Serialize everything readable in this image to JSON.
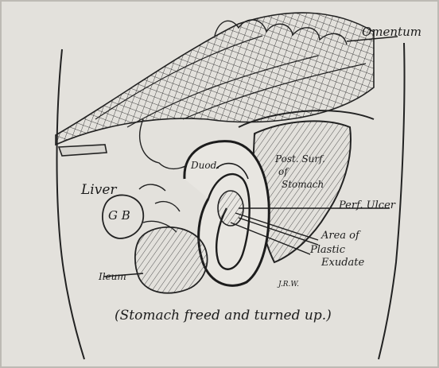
{
  "labels": {
    "omentum": "Omentum",
    "duod": "Duod.",
    "post_surf_line1": "Post. Surf.",
    "post_surf_line2": "of",
    "post_surf_line3": "Stomach",
    "liver": "Liver",
    "gb": "G B",
    "perf_ulcer": "Perf. Ulcer",
    "area_line1": "Area of",
    "area_line2": "Plastic",
    "area_line3": "Exudate",
    "ileum": "Ileum",
    "initials": "J.R.W.",
    "caption": "(Stomach freed and turned up.)"
  },
  "colors": {
    "paper": "#e3e1dc",
    "ink": "#1c1c1c",
    "stomach_shade": "#9a9894"
  }
}
